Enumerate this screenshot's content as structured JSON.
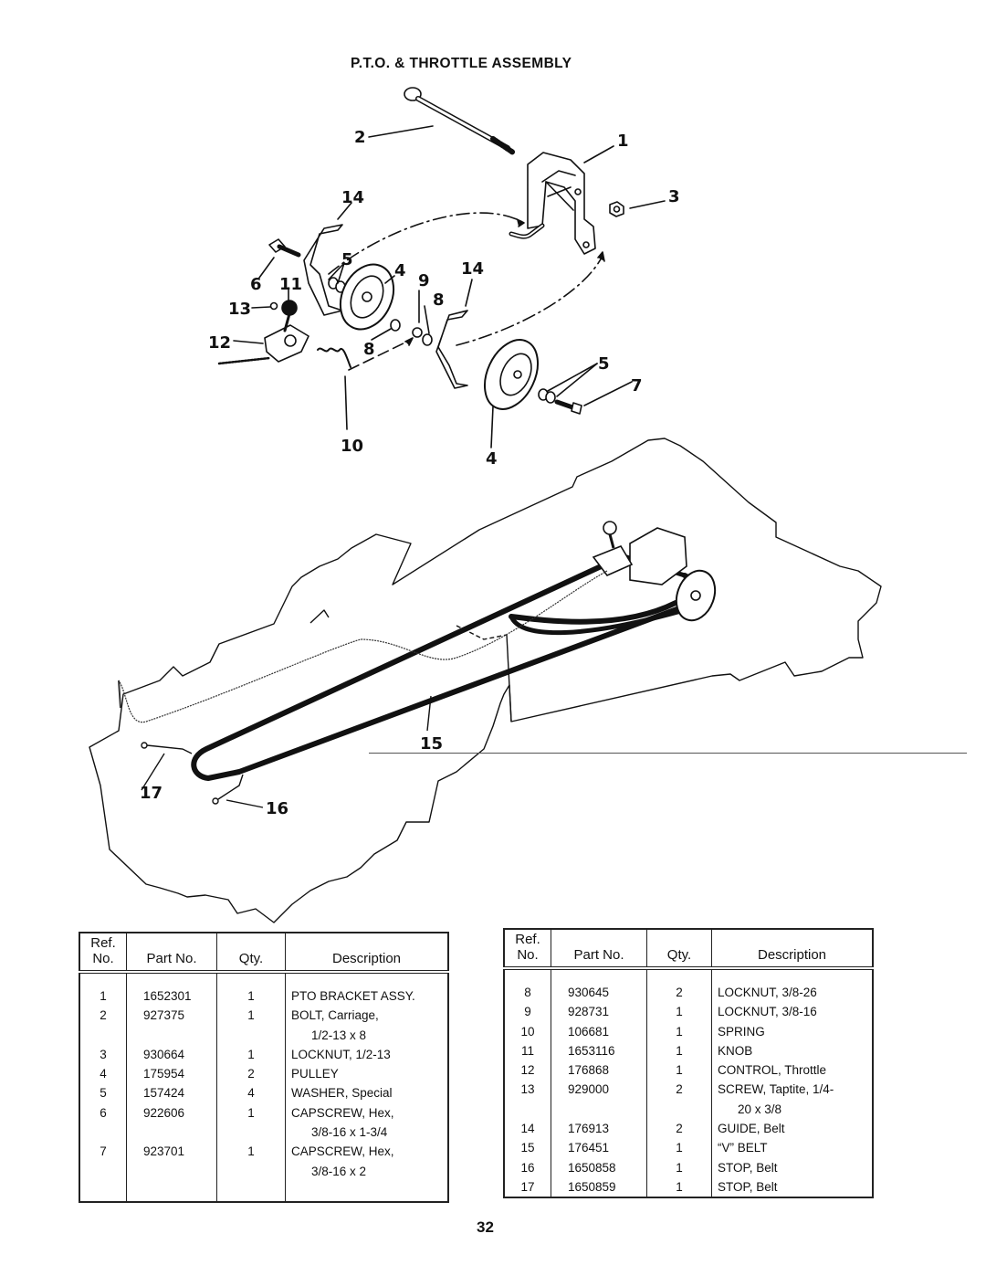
{
  "page": {
    "title": "P.T.O. & THROTTLE ASSEMBLY",
    "page_number": "32"
  },
  "diagram": {
    "callouts_top": [
      "1",
      "2",
      "3",
      "4",
      "4",
      "5",
      "5",
      "6",
      "7",
      "8",
      "8",
      "9",
      "10",
      "11",
      "12",
      "13",
      "14",
      "14"
    ],
    "callouts_bottom": [
      "15",
      "16",
      "17"
    ]
  },
  "table_headers": {
    "ref_line1": "Ref.",
    "ref_line2": "No.",
    "part": "Part No.",
    "qty": "Qty.",
    "desc": "Description"
  },
  "table_left": [
    {
      "ref": "1",
      "part": "1652301",
      "qty": "1",
      "desc": "PTO BRACKET ASSY.",
      "desc2": ""
    },
    {
      "ref": "2",
      "part": "927375",
      "qty": "1",
      "desc": "BOLT, Carriage,",
      "desc2": "1/2-13 x 8"
    },
    {
      "ref": "3",
      "part": "930664",
      "qty": "1",
      "desc": "LOCKNUT, 1/2-13",
      "desc2": ""
    },
    {
      "ref": "4",
      "part": "175954",
      "qty": "2",
      "desc": "PULLEY",
      "desc2": ""
    },
    {
      "ref": "5",
      "part": "157424",
      "qty": "4",
      "desc": "WASHER, Special",
      "desc2": ""
    },
    {
      "ref": "6",
      "part": "922606",
      "qty": "1",
      "desc": "CAPSCREW, Hex,",
      "desc2": "3/8-16 x 1-3/4"
    },
    {
      "ref": "7",
      "part": "923701",
      "qty": "1",
      "desc": "CAPSCREW, Hex,",
      "desc2": "3/8-16 x 2"
    }
  ],
  "table_right": [
    {
      "ref": "8",
      "part": "930645",
      "qty": "2",
      "desc": "LOCKNUT, 3/8-26",
      "desc2": ""
    },
    {
      "ref": "9",
      "part": "928731",
      "qty": "1",
      "desc": "LOCKNUT, 3/8-16",
      "desc2": ""
    },
    {
      "ref": "10",
      "part": "106681",
      "qty": "1",
      "desc": "SPRING",
      "desc2": ""
    },
    {
      "ref": "11",
      "part": "1653116",
      "qty": "1",
      "desc": "KNOB",
      "desc2": ""
    },
    {
      "ref": "12",
      "part": "176868",
      "qty": "1",
      "desc": "CONTROL, Throttle",
      "desc2": ""
    },
    {
      "ref": "13",
      "part": "929000",
      "qty": "2",
      "desc": "SCREW, Taptite, 1/4-",
      "desc2": "20 x 3/8"
    },
    {
      "ref": "14",
      "part": "176913",
      "qty": "2",
      "desc": "GUIDE, Belt",
      "desc2": ""
    },
    {
      "ref": "15",
      "part": "176451",
      "qty": "1",
      "desc": "“V” BELT",
      "desc2": ""
    },
    {
      "ref": "16",
      "part": "1650858",
      "qty": "1",
      "desc": "STOP, Belt",
      "desc2": ""
    },
    {
      "ref": "17",
      "part": "1650859",
      "qty": "1",
      "desc": "STOP, Belt",
      "desc2": ""
    }
  ]
}
